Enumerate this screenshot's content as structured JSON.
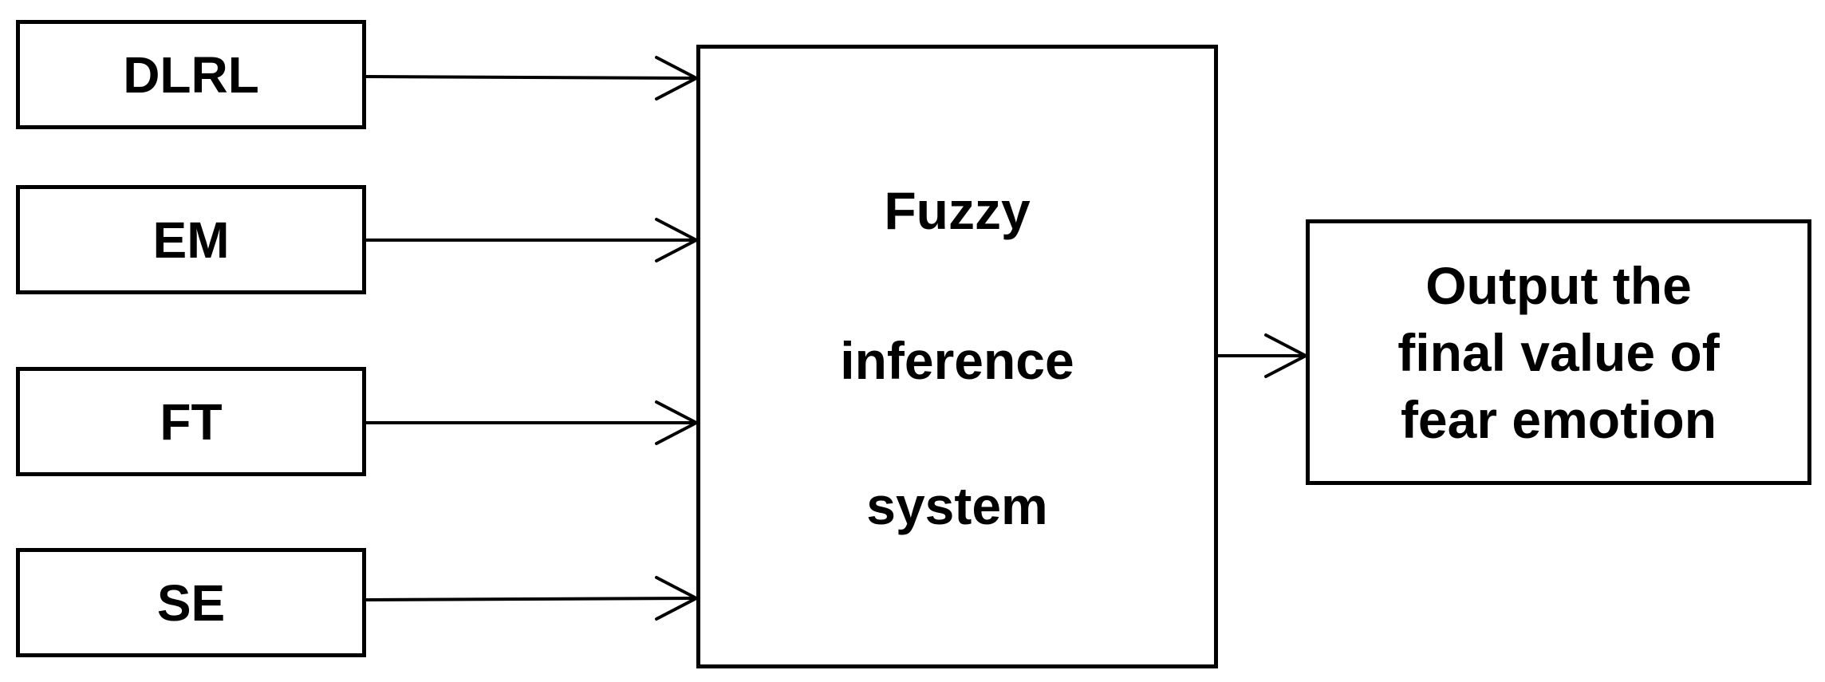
{
  "inputs": [
    {
      "label": "DLRL"
    },
    {
      "label": "EM"
    },
    {
      "label": "FT"
    },
    {
      "label": "SE"
    }
  ],
  "system": {
    "lines": [
      "Fuzzy",
      "inference",
      "system"
    ]
  },
  "output": {
    "lines": [
      "Output the",
      "final value of",
      "fear emotion"
    ]
  }
}
